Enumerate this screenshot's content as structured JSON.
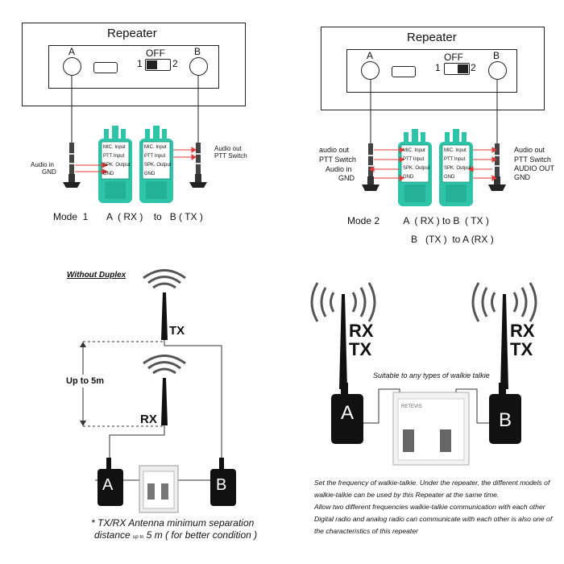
{
  "colors": {
    "radio": "#2ec4a9",
    "radio_dark": "#0f8f7b",
    "black": "#111111",
    "arrow": "#e53935"
  },
  "top_left": {
    "title": "Repeater",
    "port_a": "A",
    "port_b": "B",
    "switch_off": "OFF",
    "switch_1": "1",
    "switch_2": "2",
    "left_labels": [
      "Audio in",
      "GND"
    ],
    "right_labels": [
      "Audio out",
      "PTT Switch"
    ],
    "radio_pins": [
      "MIC. Input",
      "PTT Input",
      "SPK. Output",
      "GND"
    ],
    "mode_caption": "Mode  1       A  ( RX )    to   B ( TX )"
  },
  "top_right": {
    "title": "Repeater",
    "port_a": "A",
    "port_b": "B",
    "switch_off": "OFF",
    "switch_1": "1",
    "switch_2": "2",
    "left_labels": [
      "audio out",
      "PTT Switch",
      "Audio in",
      "GND"
    ],
    "right_labels": [
      "Audio out",
      "PTT Switch",
      "AUDIO OUT",
      "GND"
    ],
    "radio_pins": [
      "MIC. Input",
      "PTT Input",
      "SPK. Output",
      "GND"
    ],
    "mode_caption_1": "Mode 2         A  ( RX ) to B  ( TX )",
    "mode_caption_2": "B   (TX )  to A (RX )"
  },
  "bottom_left": {
    "heading": "Without Duplex",
    "tx_label": "TX",
    "rx_label": "RX",
    "distance_label": "Up to 5m",
    "radio_a": "A",
    "radio_b": "B",
    "note_line1": "* TX/RX Antenna minimum separation",
    "note_line2_a": "distance ",
    "note_line2_b": "up to",
    "note_line2_c": " 5 m ( for better condition )"
  },
  "bottom_right": {
    "rx_left": "RX",
    "tx_left": "TX",
    "rx_right": "RX",
    "tx_right": "TX",
    "suitable": "Suitable to any types of walkie talkie",
    "radio_a": "A",
    "radio_b": "B",
    "device_brand": "RETEVIS",
    "desc_lines": [
      "Set the frequency of walkie-talkie. Under the repeater, the different models of",
      "walkie-talkie can be used by this Repeater at the same time.",
      "Allow two different frequencies walkie-talkie communication with each other",
      "Digital radio and analog radio can communicate with each other is also one of",
      "the characteristics of this repeater"
    ]
  }
}
